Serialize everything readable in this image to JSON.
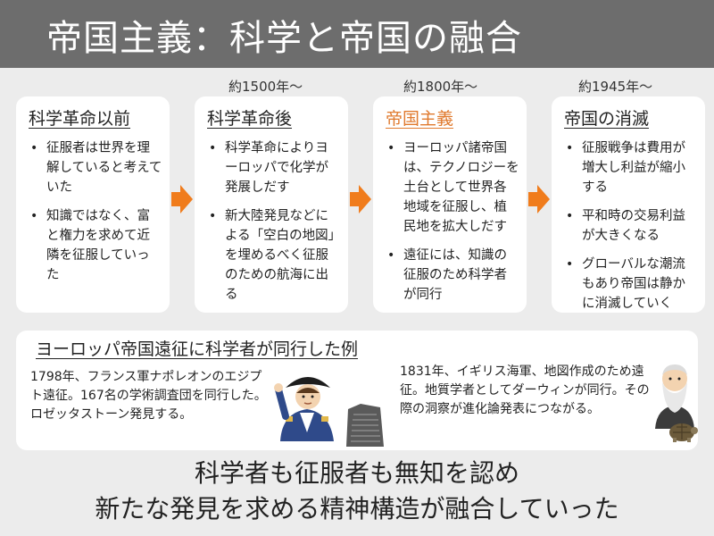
{
  "title": "帝国主義：科学と帝国の融合",
  "eras": [
    "約1500年～",
    "約1800年～",
    "約1945年～"
  ],
  "cards": [
    {
      "heading": "科学革命以前",
      "bullets": [
        "征服者は世界を理解していると考えていた",
        "知識ではなく、富と権力を求めて近隣を征服していった"
      ]
    },
    {
      "heading": "科学革命後",
      "bullets": [
        "科学革命によりヨーロッパで化学が発展しだす",
        "新大陸発見などによる「空白の地図」を埋めるべく征服のための航海に出る"
      ]
    },
    {
      "heading": "帝国主義",
      "bullets": [
        "ヨーロッパ諸帝国は、テクノロジーを土台として世界各地域を征服し、植民地を拡大しだす",
        "遠征には、知識の征服のため科学者が同行"
      ]
    },
    {
      "heading": "帝国の消滅",
      "bullets": [
        "征服戦争は費用が増大し利益が縮小する",
        "平和時の交易利益が大きくなる",
        "グローバルな潮流もあり帝国は静かに消滅していく"
      ]
    }
  ],
  "example": {
    "heading": "ヨーロッパ帝国遠征に科学者が同行した例",
    "left_text": "1798年、フランス軍ナポレオンのエジプト遠征。167名の学術調査団を同行した。ロゼッタストーン発見する。",
    "right_text": "1831年、イギリス海軍、地図作成のため遠征。地質学者としてダーウィンが同行。その際の洞察が進化論発表につながる。"
  },
  "footer": {
    "line1": "科学者も征服者も無知を認め",
    "line2": "新たな発見を求める精神構造が融合していった"
  },
  "colors": {
    "accent": "#e07a2e",
    "title_bar": "#6d6d6d",
    "arrow": "#f07c1c"
  },
  "icons": [
    "right-arrow-icon",
    "napoleon-illustration",
    "rosetta-stone-illustration",
    "darwin-illustration",
    "tortoise-illustration"
  ]
}
